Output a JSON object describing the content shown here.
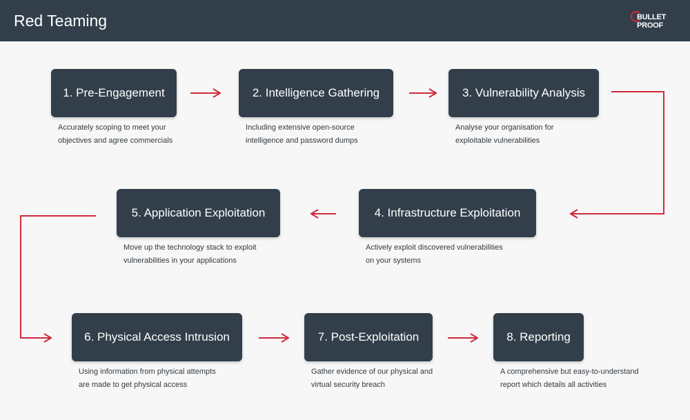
{
  "header": {
    "title": "Red Teaming",
    "logo_line1": "BULLET",
    "logo_line2": "PROOF"
  },
  "colors": {
    "header_bg": "#323f4b",
    "box_bg": "#323f4b",
    "arrow": "#d0293b",
    "page_bg": "#f7f7f7"
  },
  "steps": [
    {
      "label": "1. Pre-Engagement",
      "desc": [
        "Accurately scoping to meet your",
        "objectives and agree commercials"
      ]
    },
    {
      "label": "2. Intelligence Gathering",
      "desc": [
        "Including extensive open-source",
        "intelligence and password dumps"
      ]
    },
    {
      "label": "3. Vulnerability Analysis",
      "desc": [
        "Analyse your organisation for",
        "exploitable vulnerabilities"
      ]
    },
    {
      "label": "4. Infrastructure Exploitation",
      "desc": [
        "Actively exploit discovered vulnerabilities",
        "on your systems"
      ]
    },
    {
      "label": "5. Application Exploitation",
      "desc": [
        "Move up the technology stack to exploit",
        "vulnerabilities in your applications"
      ]
    },
    {
      "label": "6. Physical Access Intrusion",
      "desc": [
        "Using information from physical attempts",
        "are made to get physical access"
      ]
    },
    {
      "label": "7. Post-Exploitation",
      "desc": [
        "Gather evidence of our physical and",
        "virtual security breach"
      ]
    },
    {
      "label": "8. Reporting",
      "desc": [
        "A comprehensive but easy-to-understand",
        "report which details all activities"
      ]
    }
  ]
}
